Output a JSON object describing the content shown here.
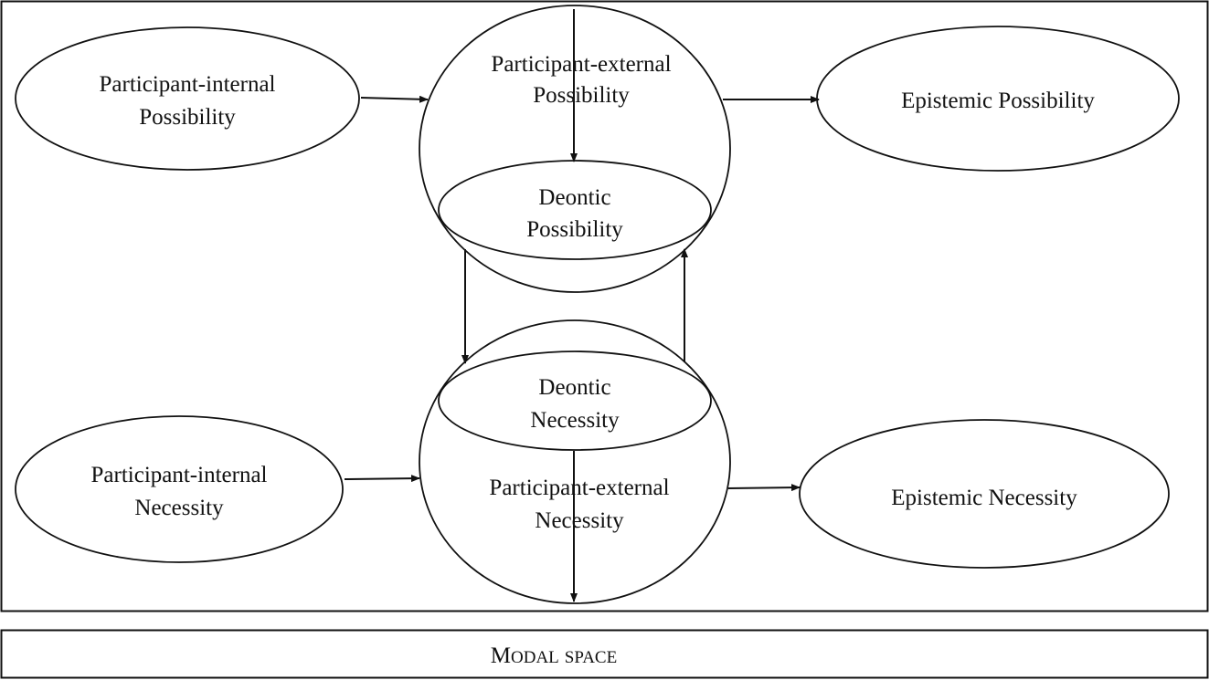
{
  "diagram": {
    "nodes": {
      "participant_internal_possibility": {
        "line1": "Participant-internal",
        "line2": "Possibility"
      },
      "participant_external_possibility": {
        "line1": "Participant-external",
        "line2": "Possibility"
      },
      "deontic_possibility": {
        "line1": "Deontic",
        "line2": "Possibility"
      },
      "epistemic_possibility": {
        "line1": "Epistemic Possibility"
      },
      "deontic_necessity": {
        "line1": "Deontic",
        "line2": "Necessity"
      },
      "participant_external_necessity": {
        "line1": "Participant-external",
        "line2": "Necessity"
      },
      "participant_internal_necessity": {
        "line1": "Participant-internal",
        "line2": "Necessity"
      },
      "epistemic_necessity": {
        "line1": "Epistemic Necessity"
      }
    },
    "caption": {
      "initial_1": "M",
      "rest_1": "odal",
      "initial_2": "s",
      "rest_2": "pace"
    }
  }
}
